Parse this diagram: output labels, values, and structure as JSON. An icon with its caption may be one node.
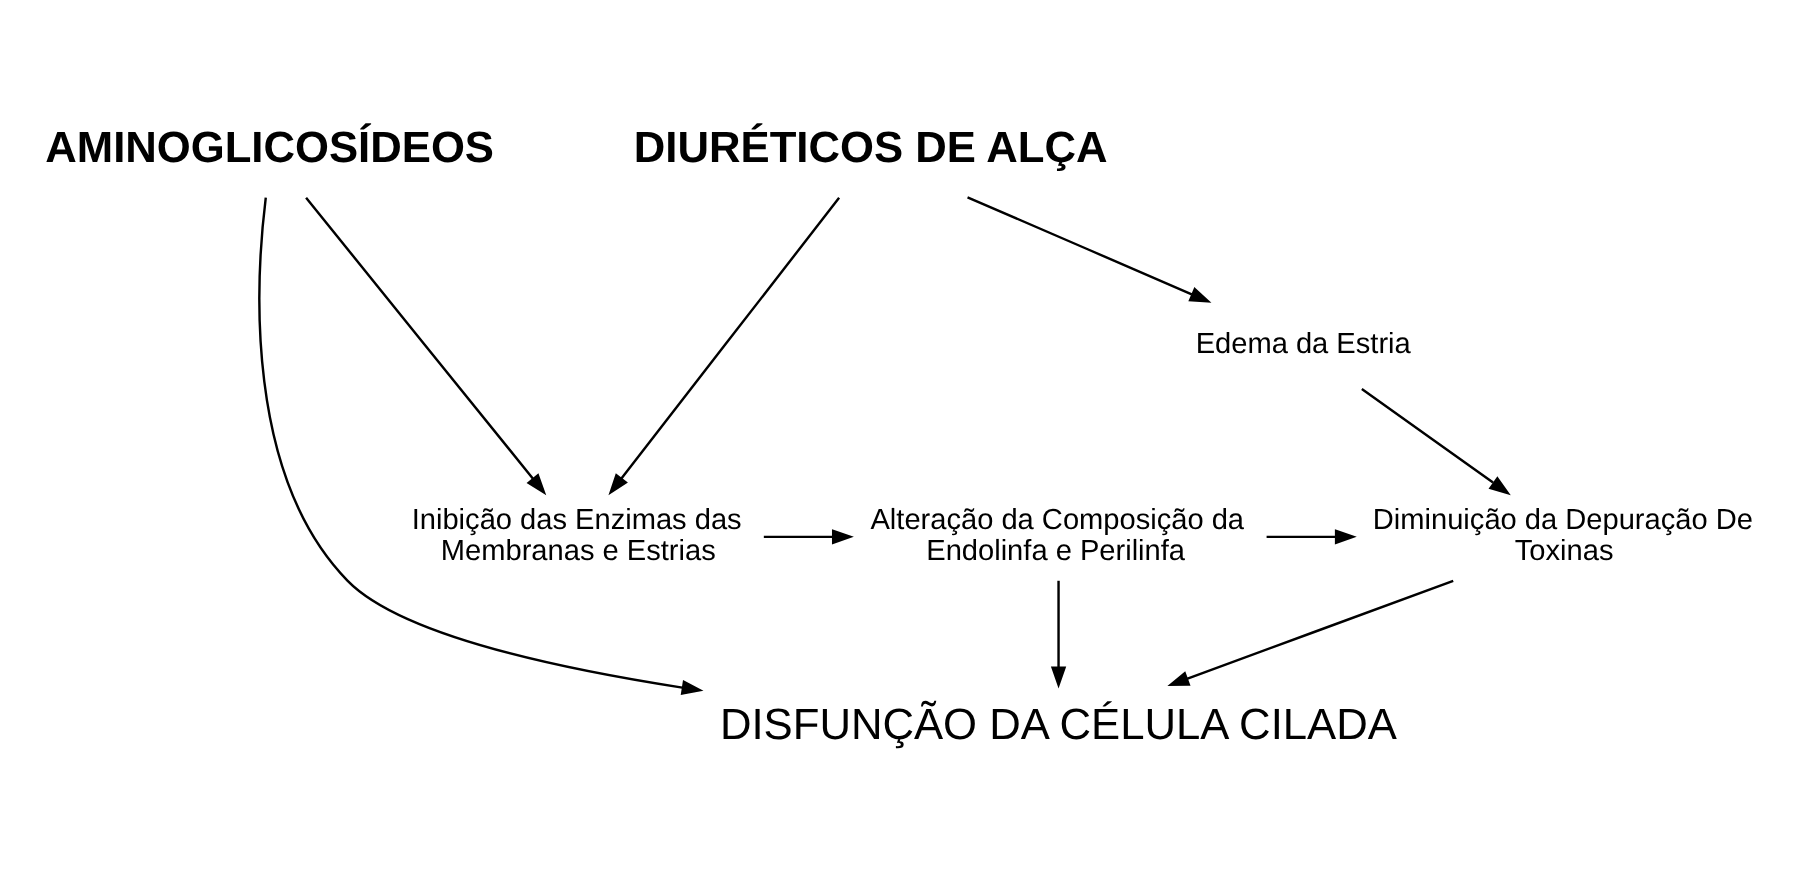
{
  "diagram": {
    "nodes": [
      {
        "text": [
          "AMINOGLICOSÍDEOS"
        ]
      },
      {
        "text": [
          "DIURÉTICOS DE ALÇA"
        ]
      },
      {
        "text": [
          "Edema da Estria"
        ]
      },
      {
        "text": [
          "Inibição das Enzimas das Membranas e Estrias"
        ]
      },
      {
        "text": [
          "Alteração da Composição da Endolinfa e Perilinfa"
        ]
      },
      {
        "text": [
          "Diminuição da Depuração De Toxinas"
        ]
      },
      {
        "text": [
          "DISFUNÇÃO DA CÉLULA CILADA"
        ]
      }
    ],
    "edges": [
      {
        "from": 0,
        "to": 3,
        "arrow": "to"
      },
      {
        "from": 1,
        "to": 3,
        "arrow": "to"
      },
      {
        "from": 1,
        "to": 2,
        "arrow": "to"
      },
      {
        "from": 2,
        "to": 5,
        "arrow": "to"
      },
      {
        "from": 3,
        "to": 4,
        "arrow": "to"
      },
      {
        "from": 4,
        "to": 5,
        "arrow": "to"
      },
      {
        "from": 4,
        "to": 6,
        "arrow": "to"
      },
      {
        "from": 5,
        "to": 6,
        "arrow": "to"
      },
      {
        "from": 0,
        "to": 6,
        "arrow": "to"
      }
    ]
  }
}
